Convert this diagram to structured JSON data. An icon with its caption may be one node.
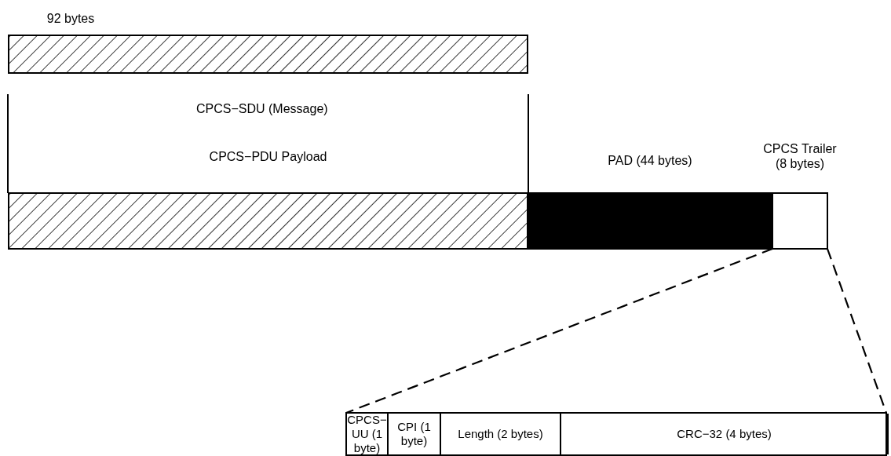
{
  "diagram": {
    "nodes": [
      {
        "text": [
          "92 bytes"
        ]
      },
      {
        "text": [
          "CPCS−PDU Payload"
        ]
      },
      {
        "text": [
          "PAD (44 bytes)"
        ]
      },
      {
        "text": [
          "CPCS Trailer (8 bytes)"
        ]
      },
      {
        "text": [],
        "shape": "box"
      },
      {
        "text": [
          "CPCS− UU (1 byte)"
        ],
        "in": 4
      },
      {
        "text": [
          "CPI (1 byte)"
        ],
        "in": 4
      },
      {
        "text": [
          "Length (2 bytes)"
        ],
        "in": 4
      },
      {
        "text": [
          "CRC−32 (4 bytes)"
        ],
        "in": 4
      }
    ],
    "edges": [
      {
        "from": 3,
        "to": 4,
        "arrow": "none",
        "style": "dashed"
      },
      {
        "from": 3,
        "to": 4,
        "arrow": "none",
        "style": "dashed"
      }
    ],
    "labels": [
      "CPCS−SDU (Message)"
    ]
  }
}
